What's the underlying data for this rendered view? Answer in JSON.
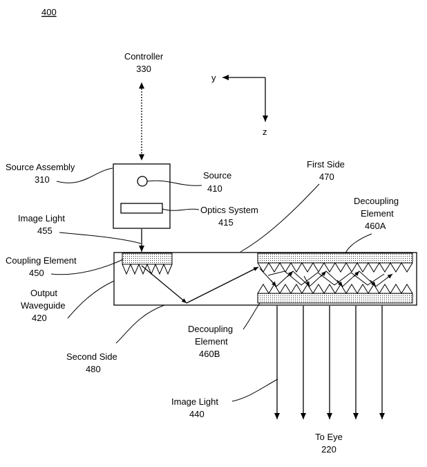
{
  "figure_number": "400",
  "controller": {
    "name": "Controller",
    "ref": "330"
  },
  "axes": {
    "y": "y",
    "z": "z"
  },
  "source_assembly": {
    "name": "Source Assembly",
    "ref": "310"
  },
  "source": {
    "name": "Source",
    "ref": "410"
  },
  "optics_system": {
    "name": "Optics System",
    "ref": "415"
  },
  "image_light_in": {
    "name": "Image Light",
    "ref": "455"
  },
  "coupling_element": {
    "name": "Coupling Element",
    "ref": "450"
  },
  "output_waveguide": {
    "line1": "Output",
    "line2": "Waveguide",
    "ref": "420"
  },
  "first_side": {
    "name": "First Side",
    "ref": "470"
  },
  "decoupling_a": {
    "line1": "Decoupling",
    "line2": "Element",
    "ref": "460A"
  },
  "decoupling_b": {
    "line1": "Decoupling",
    "line2": "Element",
    "ref": "460B"
  },
  "second_side": {
    "name": "Second Side",
    "ref": "480"
  },
  "image_light_out": {
    "name": "Image Light",
    "ref": "440"
  },
  "to_eye": {
    "name": "To Eye",
    "ref": "220"
  }
}
